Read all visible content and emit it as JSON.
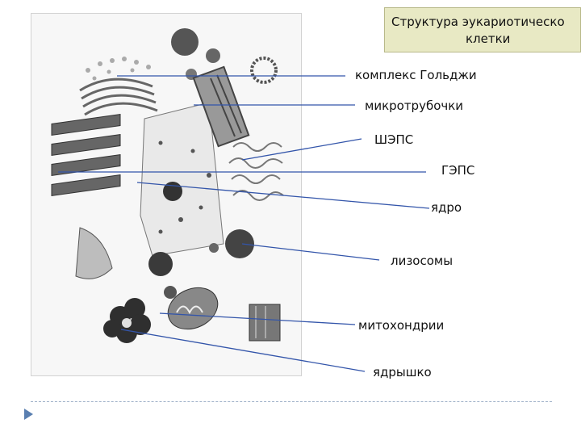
{
  "title": {
    "line1": "Структура эукариотическо",
    "line2": "клетки"
  },
  "labels": [
    {
      "id": "golgi",
      "text": "комплекс Гольджи"
    },
    {
      "id": "microtubules",
      "text": "микротрубочки"
    },
    {
      "id": "sheps",
      "text": "ШЭПС"
    },
    {
      "id": "geps",
      "text": "ГЭПС"
    },
    {
      "id": "nucleus",
      "text": "ядро"
    },
    {
      "id": "lysosomes",
      "text": "лизосомы"
    },
    {
      "id": "mitochondria",
      "text": "митохондрии"
    },
    {
      "id": "nucleolus",
      "text": "ядрышко"
    }
  ],
  "colors": {
    "line_blue": "#3355aa",
    "title_bg": "#e8e9c4",
    "bullet": "#5a7fb0"
  },
  "icons": {
    "bullet": "triangle-bullet-icon"
  }
}
